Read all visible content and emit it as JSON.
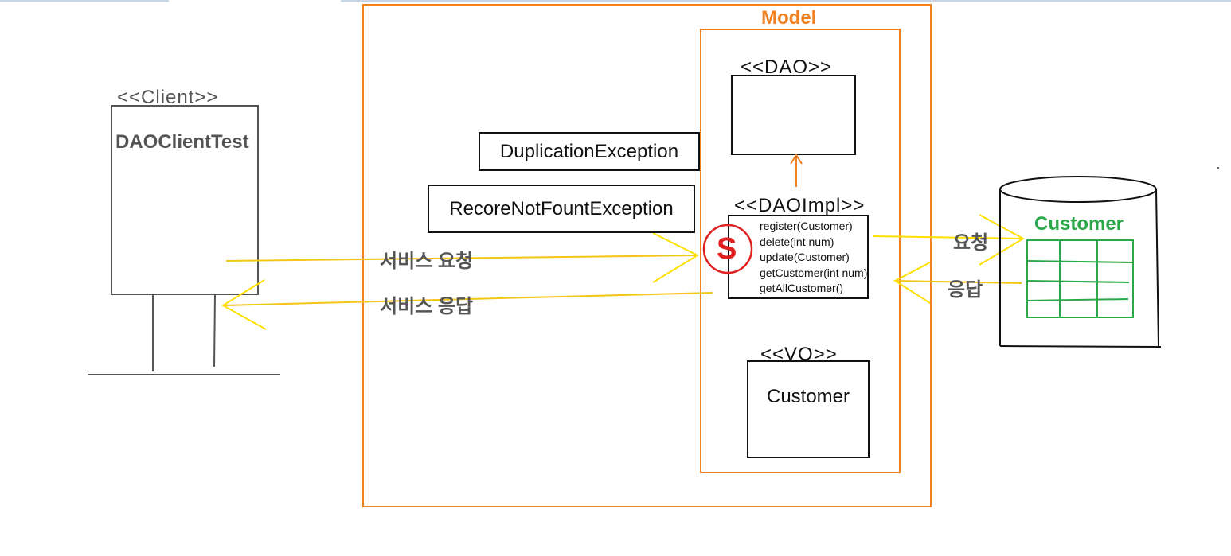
{
  "client": {
    "stereotype": "<<Client>>",
    "class_name": "DAOClientTest"
  },
  "model": {
    "title": "Model",
    "dao": {
      "stereotype": "<<DAO>>"
    },
    "dao_impl": {
      "stereotype": "<<DAOImpl>>",
      "singleton_mark": "S",
      "methods": [
        "register(Customer)",
        "delete(int num)",
        "update(Customer)",
        "getCustomer(int num)",
        "getAllCustomer()"
      ]
    },
    "vo": {
      "stereotype": "<<VO>>",
      "class_name": "Customer"
    },
    "exceptions": [
      "DuplicationException",
      "RecoreNotFountException"
    ]
  },
  "flows": {
    "service_request": "서비스 요청",
    "service_response": "서비스 응답",
    "db_request": "요청",
    "db_response": "응답"
  },
  "database": {
    "table_name": "Customer"
  },
  "colors": {
    "model_border": "#f08020",
    "model_title": "#f08020",
    "arrow": "#f5c518",
    "arrow_yellow": "#ffe000",
    "client_gray": "#555555",
    "db_green": "#2aa84a",
    "singleton_red": "#e02020"
  }
}
